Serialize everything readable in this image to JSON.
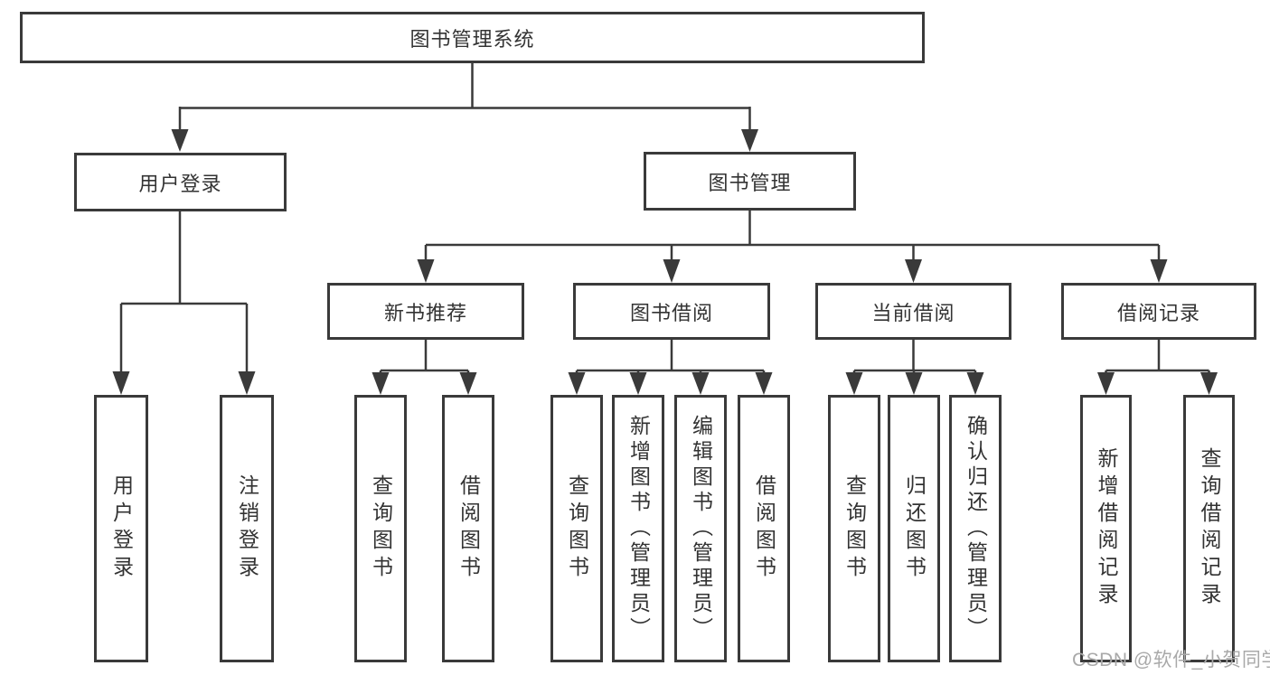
{
  "tree": {
    "root": "图书管理系统",
    "children": [
      {
        "label": "用户登录",
        "children": [
          "用户登录",
          "注销登录"
        ]
      },
      {
        "label": "图书管理",
        "children": [
          {
            "label": "新书推荐",
            "children": [
              "查询图书",
              "借阅图书"
            ]
          },
          {
            "label": "图书借阅",
            "children": [
              "查询图书",
              "新增图书（管理员）",
              "编辑图书（管理员）",
              "借阅图书"
            ]
          },
          {
            "label": "当前借阅",
            "children": [
              "查询图书",
              "归还图书",
              "确认归还（管理员）"
            ]
          },
          {
            "label": "借阅记录",
            "children": [
              "新增借阅记录",
              "查询借阅记录"
            ]
          }
        ]
      }
    ]
  },
  "watermark": {
    "text": "CSDN @软件_小贺同学"
  },
  "colors": {
    "line": "#3a3a3a",
    "text": "#333333",
    "watermark": "#a9a9a9",
    "background": "#ffffff"
  }
}
